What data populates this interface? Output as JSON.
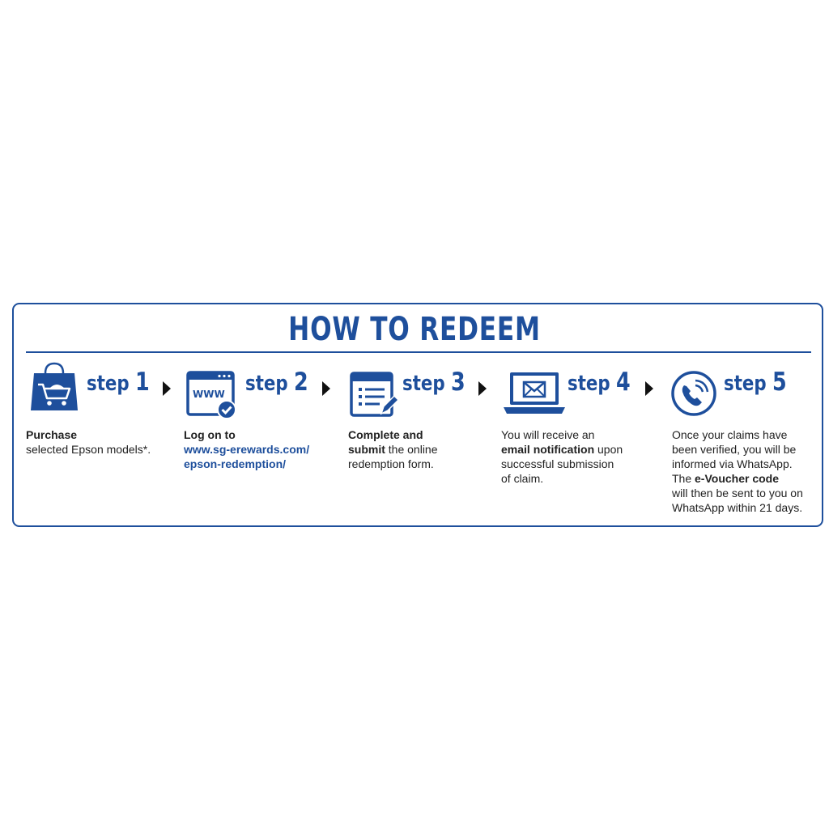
{
  "title": "HOW TO REDEEM",
  "colors": {
    "brand": "#1e4f9c",
    "text": "#222222",
    "background": "#ffffff"
  },
  "arrow_icon": "chevron-right-icon",
  "steps": [
    {
      "word": "step",
      "number": "1",
      "icon": "shopping-bag-cart-icon",
      "desc": {
        "bold": "Purchase",
        "line2": "selected Epson models*."
      }
    },
    {
      "word": "step",
      "number": "2",
      "icon": "www-browser-check-icon",
      "icon_text": "WWW",
      "desc": {
        "bold": "Log on to",
        "link_line1": "www.sg-erewards.com/",
        "link_line2": "epson-redemption/"
      }
    },
    {
      "word": "step",
      "number": "3",
      "icon": "form-pencil-icon",
      "desc": {
        "bold1": "Complete and",
        "bold2": "submit",
        "rest2": " the online",
        "line3": "redemption form."
      }
    },
    {
      "word": "step",
      "number": "4",
      "icon": "laptop-email-icon",
      "desc": {
        "line1": "You will receive an",
        "bold2": "email notification",
        "rest2": " upon",
        "line3": "successful submission",
        "line4": "of claim."
      }
    },
    {
      "word": "step",
      "number": "5",
      "icon": "phone-call-icon",
      "desc": {
        "line1": "Once your claims have",
        "line2": "been verified, you will be",
        "line3": "informed via WhatsApp.",
        "pre4": "The ",
        "bold4": "e-Voucher code",
        "line5": "will then be sent to you on",
        "line6": "WhatsApp within 21 days."
      }
    }
  ]
}
